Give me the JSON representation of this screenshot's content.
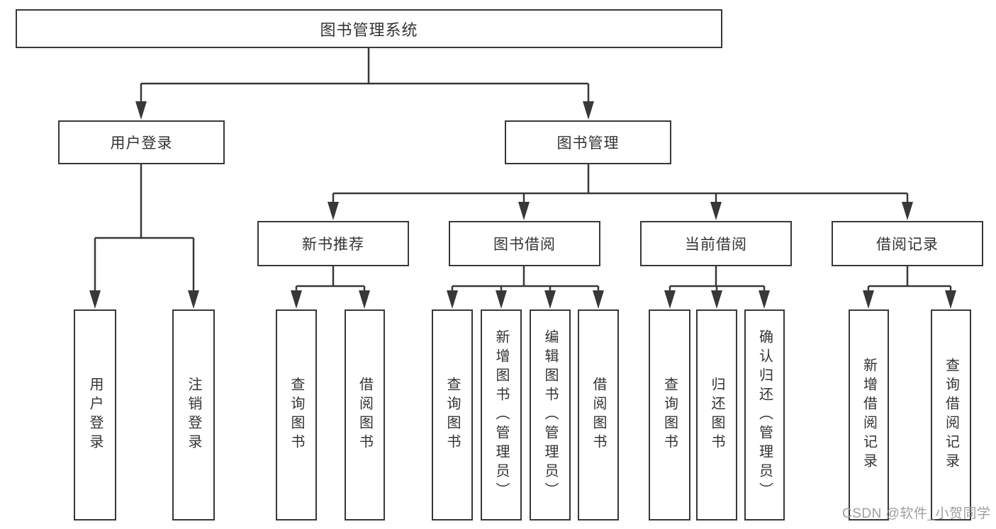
{
  "colors": {
    "stroke": "#383838",
    "node_text": "#333333",
    "node_fill": "#ffffff",
    "canvas_background": "#ffffff",
    "watermark_text": "#9e9e9e"
  },
  "tree": {
    "root": {
      "label": "图书管理系统"
    },
    "user_login": {
      "label": "用户登录",
      "children": {
        "login": {
          "label": "用户登录"
        },
        "logout": {
          "label": "注销登录"
        }
      }
    },
    "book_mgmt": {
      "label": "图书管理",
      "sections": {
        "new_books": {
          "label": "新书推荐",
          "children": {
            "query_books": {
              "label": "查询图书"
            },
            "borrow_books": {
              "label": "借阅图书"
            }
          }
        },
        "book_borrowing": {
          "label": "图书借阅",
          "children": {
            "query_books": {
              "label": "查询图书"
            },
            "add_books": {
              "label": "新增图书（管理员）"
            },
            "edit_books": {
              "label": "编辑图书（管理员）"
            },
            "borrow_books": {
              "label": "借阅图书"
            }
          }
        },
        "current_borrowing": {
          "label": "当前借阅",
          "children": {
            "query_books": {
              "label": "查询图书"
            },
            "return_books": {
              "label": "归还图书"
            },
            "confirm_return": {
              "label": "确认归还（管理员）"
            }
          }
        },
        "borrow_records": {
          "label": "借阅记录",
          "children": {
            "add_record": {
              "label": "新增借阅记录"
            },
            "query_record": {
              "label": "查询借阅记录"
            }
          }
        }
      }
    }
  },
  "watermark": {
    "label": "CSDN @软件_小贺同学"
  }
}
